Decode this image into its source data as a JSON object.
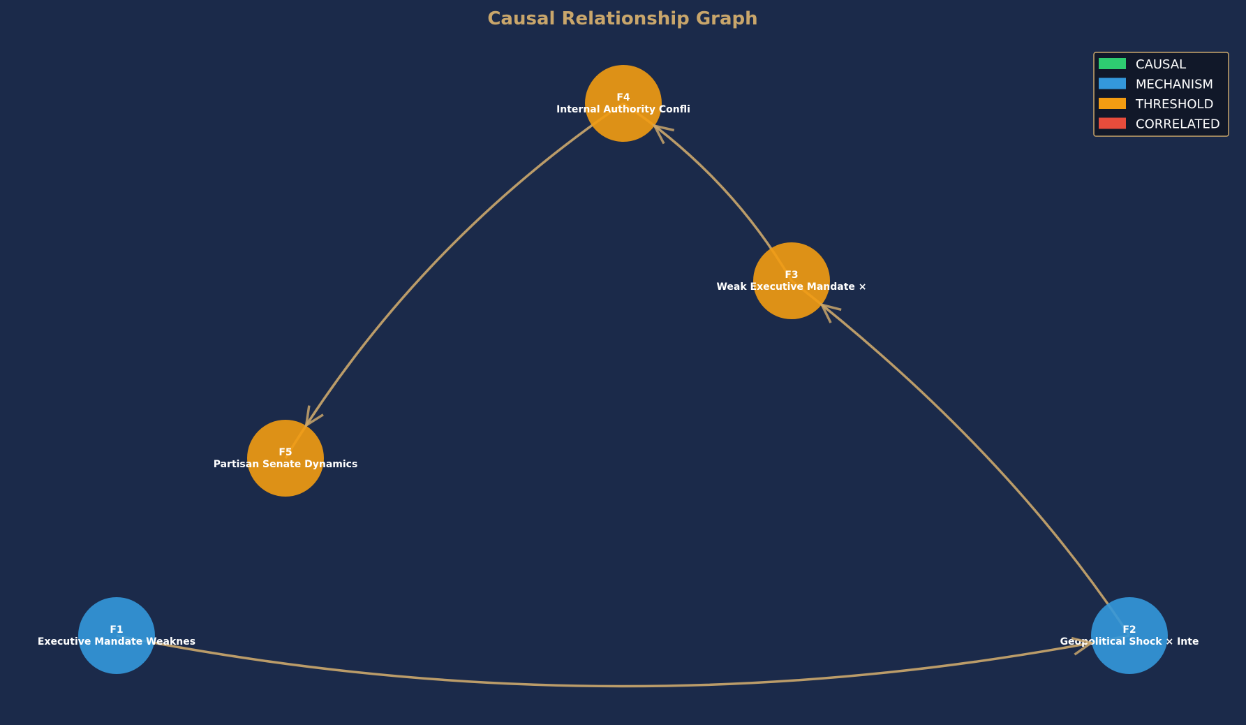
{
  "title": "Causal Relationship Graph",
  "colors": {
    "background": "#1b2a4a",
    "edge": "#c9a66b",
    "title": "#c9a66b",
    "legend_bg": "#111829",
    "legend_border": "#c9a66b"
  },
  "legend": {
    "placement": "top-right",
    "items": [
      {
        "label": "CAUSAL",
        "color": "#2ecc71"
      },
      {
        "label": "MECHANISM",
        "color": "#3498db"
      },
      {
        "label": "THRESHOLD",
        "color": "#f39c12"
      },
      {
        "label": "CORRELATED",
        "color": "#e74c3c"
      }
    ]
  },
  "nodes": [
    {
      "id": "F1",
      "label": "Executive Mandate Weaknes",
      "type": "MECHANISM"
    },
    {
      "id": "F2",
      "label": "Geopolitical Shock × Inte",
      "type": "MECHANISM"
    },
    {
      "id": "F3",
      "label": "Weak Executive Mandate ×",
      "type": "THRESHOLD"
    },
    {
      "id": "F4",
      "label": "Internal Authority Confli",
      "type": "THRESHOLD"
    },
    {
      "id": "F5",
      "label": "Partisan Senate Dynamics",
      "type": "THRESHOLD"
    }
  ],
  "edges": [
    {
      "from": "F1",
      "to": "F2"
    },
    {
      "from": "F2",
      "to": "F3"
    },
    {
      "from": "F3",
      "to": "F4"
    },
    {
      "from": "F4",
      "to": "F5"
    }
  ]
}
